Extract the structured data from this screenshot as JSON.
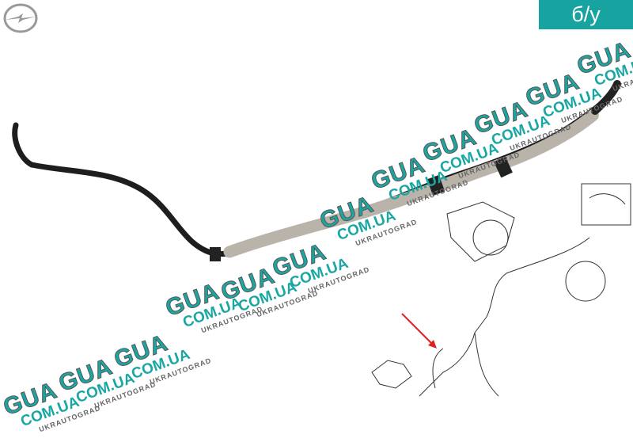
{
  "badge": {
    "label": "б/у",
    "color": "#17a39f"
  },
  "brand_logo": {
    "name": "opel-logo"
  },
  "watermark": {
    "brand": "GUA",
    "domain": "COM.UA",
    "company": "UKRAUTOGRAD"
  },
  "annotation_color": "#e02020"
}
